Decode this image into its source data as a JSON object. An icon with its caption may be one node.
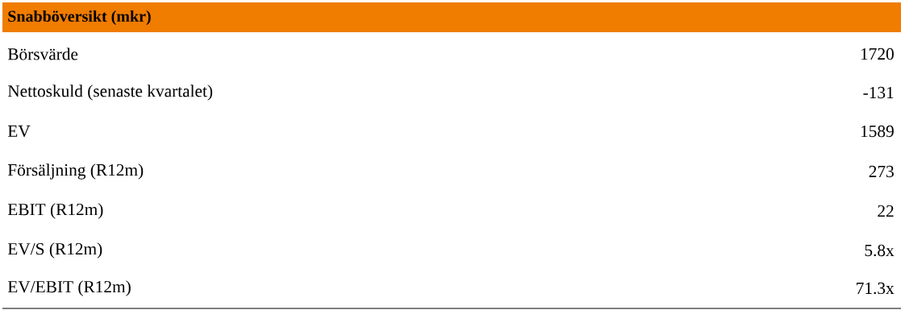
{
  "diagram": {
    "title": "Snabböversikt (mkr)",
    "labels": [
      "Börsvärde",
      "1720",
      "Nettoskuld (senaste kvartalet)",
      "-131",
      "EV",
      "1589",
      "Försäljning (R12m)",
      "273",
      "EBIT (R12m)",
      "22",
      "EV/S (R12m)",
      "5.8x",
      "EV/EBIT (R12m)",
      "71.3x"
    ]
  }
}
